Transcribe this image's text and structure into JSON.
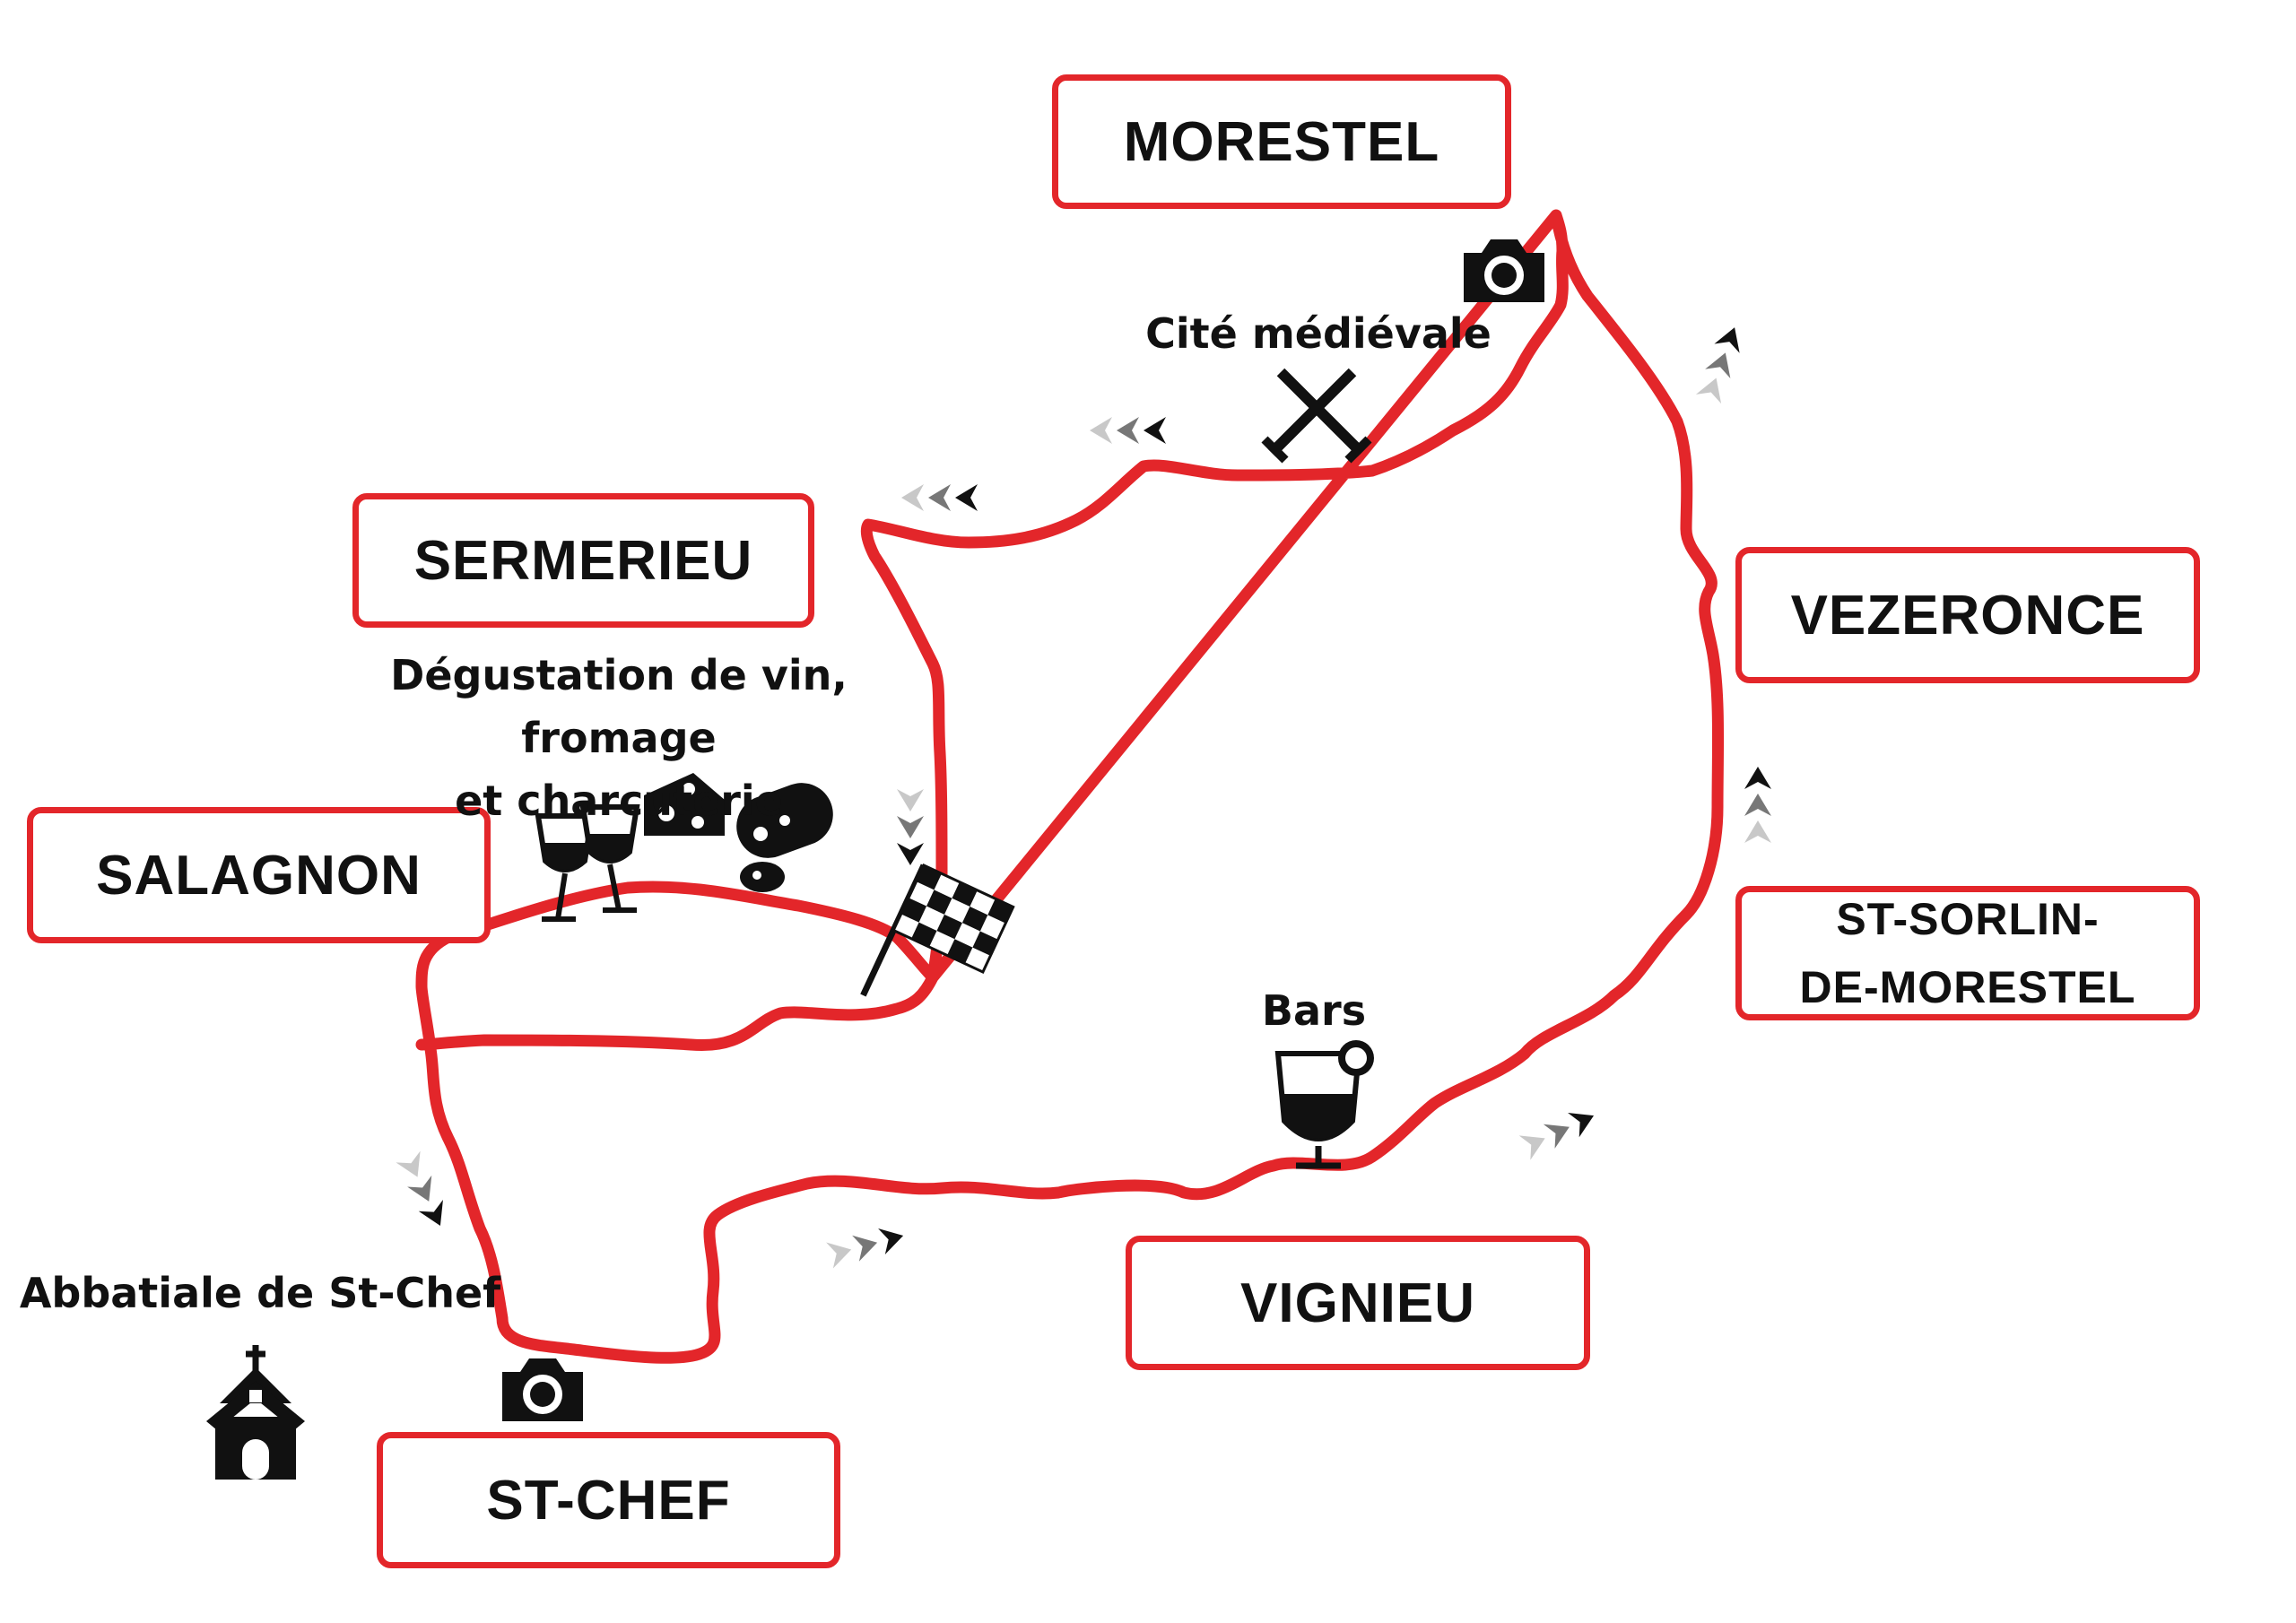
{
  "map": {
    "towns": {
      "morestel": "MORESTEL",
      "sermerieu": "SERMERIEU",
      "vezeronce": "VEZERONCE",
      "salagnon": "SALAGNON",
      "st_sorlin": [
        "ST-SORLIN-",
        "DE-MORESTEL"
      ],
      "vignieu": "VIGNIEU",
      "st_chef": "ST-CHEF"
    },
    "points_of_interest": {
      "cite_medievale": "Cité médiévale",
      "degustation": [
        "Dégustation de vin, fromage",
        "et charcuterie"
      ],
      "bars": "Bars",
      "abbatiale": "Abbatiale de St-Chef"
    },
    "icons": [
      "camera-icon",
      "crossed-swords-icon",
      "wine-glasses-icon",
      "cheese-icon",
      "salami-icon",
      "checkered-flag-icon",
      "cocktail-glass-icon",
      "church-icon",
      "direction-chevrons-icon"
    ],
    "colors": {
      "route": "#e3262a",
      "box_border": "#e3262a",
      "chevron_dark": "#111111",
      "chevron_mid": "#777777",
      "chevron_light": "#c8c8c8"
    }
  }
}
